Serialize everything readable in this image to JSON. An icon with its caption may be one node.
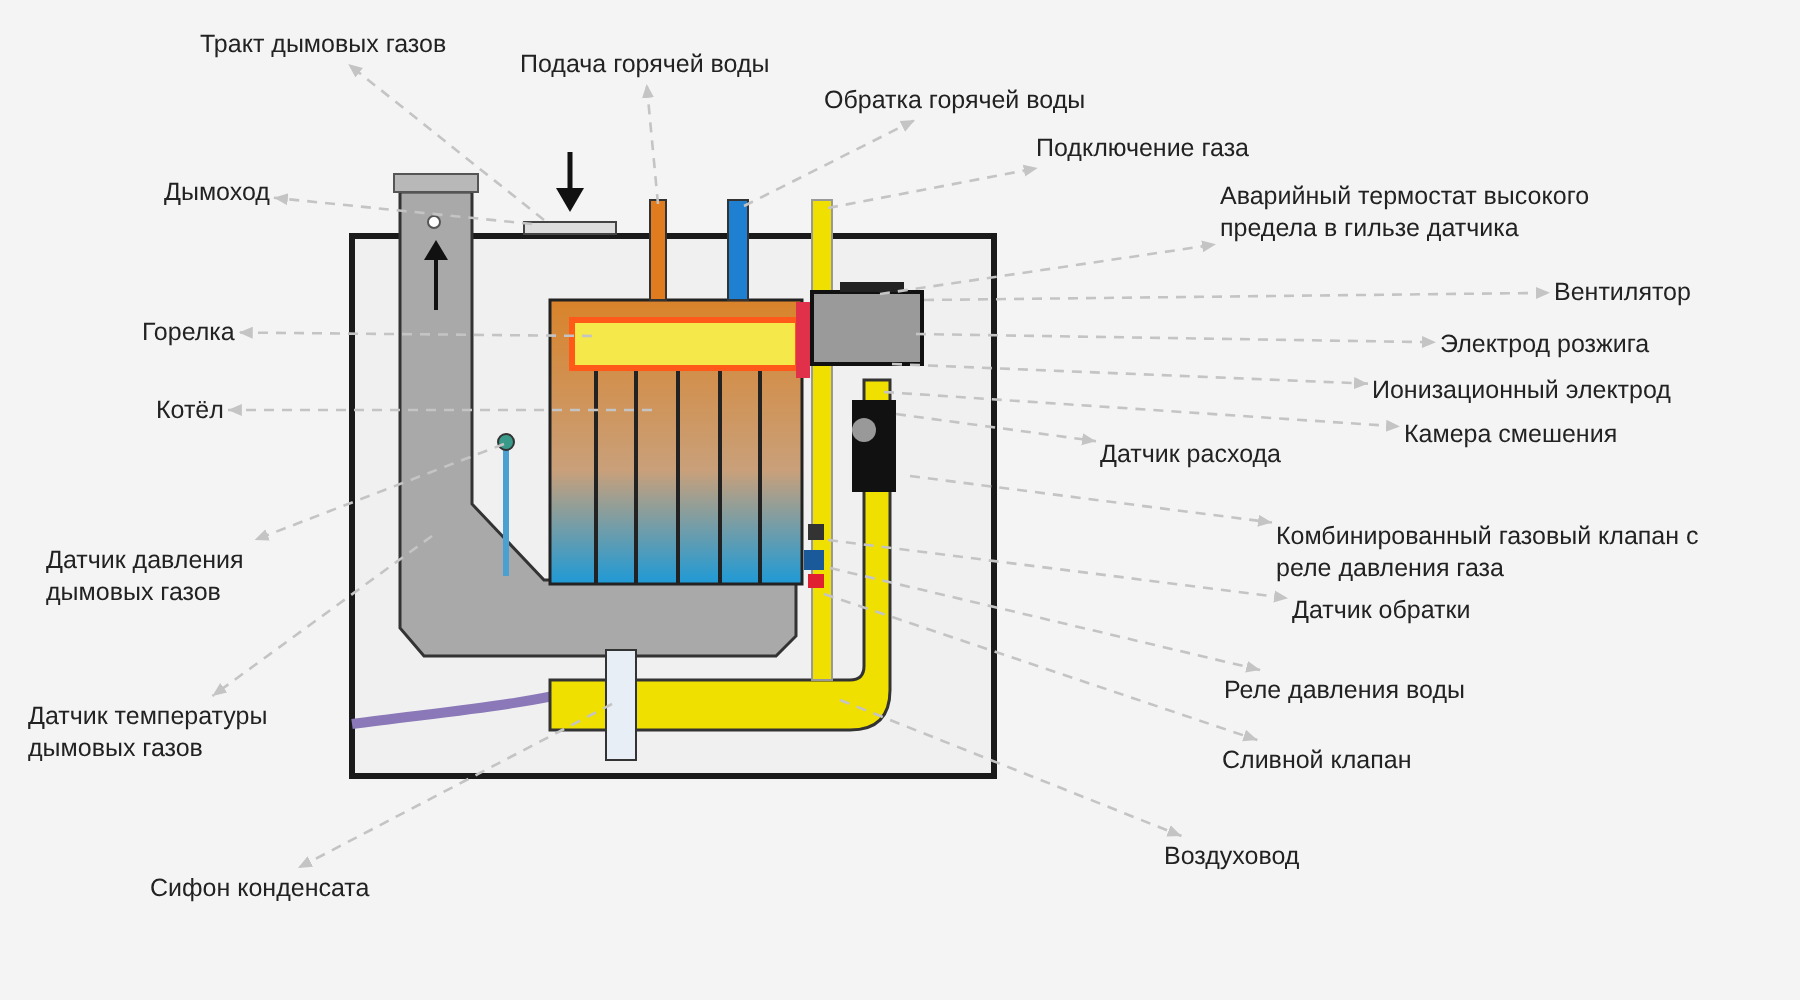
{
  "diagram": {
    "nodes": [
      {
        "text": [
          "Тракт дымовых газов"
        ]
      },
      {
        "text": [
          "Подача горячей воды"
        ]
      },
      {
        "text": [
          "Обратка горячей воды"
        ]
      },
      {
        "text": [
          "Подключение газа"
        ]
      },
      {
        "text": [
          "Аварийный термостат высокого предела в гильзе датчика"
        ]
      },
      {
        "text": [
          "Вентилятор"
        ]
      },
      {
        "text": [
          "Электрод розжига"
        ]
      },
      {
        "text": [
          "Ионизационный электрод"
        ]
      },
      {
        "text": [
          "Камера смешения"
        ]
      },
      {
        "text": [
          "Датчик расхода"
        ]
      },
      {
        "text": [
          "Комбинированный газовый клапан с реле давления газа"
        ]
      },
      {
        "text": [
          "Датчик обратки"
        ]
      },
      {
        "text": [
          "Реле давления воды"
        ]
      },
      {
        "text": [
          "Сливной клапан"
        ]
      },
      {
        "text": [
          "Воздуховод"
        ]
      },
      {
        "text": [
          "Дымоход"
        ]
      },
      {
        "text": [
          "Горелка"
        ]
      },
      {
        "text": [
          "Котёл"
        ]
      },
      {
        "text": [
          "Датчик давления дымовых газов"
        ]
      },
      {
        "text": [
          "Датчик температуры дымовых газов"
        ]
      },
      {
        "text": [
          "Сифон конденсата"
        ]
      }
    ],
    "edges": [
      {
        "from": null,
        "to": 0,
        "arrow": "to",
        "style": "dashed"
      },
      {
        "from": null,
        "to": 1,
        "arrow": "to",
        "style": "dashed"
      },
      {
        "from": null,
        "to": 2,
        "arrow": "to",
        "style": "dashed"
      },
      {
        "from": null,
        "to": 3,
        "arrow": "to",
        "style": "dashed"
      },
      {
        "from": null,
        "to": 4,
        "arrow": "to",
        "style": "dashed"
      },
      {
        "from": null,
        "to": 5,
        "arrow": "to",
        "style": "dashed"
      },
      {
        "from": null,
        "to": 6,
        "arrow": "to",
        "style": "dashed"
      },
      {
        "from": null,
        "to": 7,
        "arrow": "to",
        "style": "dashed"
      },
      {
        "from": null,
        "to": 8,
        "arrow": "to",
        "style": "dashed"
      },
      {
        "from": null,
        "to": 9,
        "arrow": "to",
        "style": "dashed"
      },
      {
        "from": null,
        "to": 10,
        "arrow": "to",
        "style": "dashed"
      },
      {
        "from": null,
        "to": 11,
        "arrow": "to",
        "style": "dashed"
      },
      {
        "from": null,
        "to": 12,
        "arrow": "to",
        "style": "dashed"
      },
      {
        "from": null,
        "to": 13,
        "arrow": "to",
        "style": "dashed"
      },
      {
        "from": null,
        "to": 14,
        "arrow": "to",
        "style": "dashed"
      },
      {
        "from": null,
        "to": 15,
        "arrow": "to",
        "style": "dashed"
      },
      {
        "from": null,
        "to": 16,
        "arrow": "to",
        "style": "dashed"
      },
      {
        "from": null,
        "to": 17,
        "arrow": "to",
        "style": "dashed"
      },
      {
        "from": null,
        "to": 18,
        "arrow": "to",
        "style": "dashed"
      },
      {
        "from": null,
        "to": 19,
        "arrow": "to",
        "style": "dashed"
      },
      {
        "from": null,
        "to": 20,
        "arrow": "to",
        "style": "dashed"
      }
    ]
  }
}
